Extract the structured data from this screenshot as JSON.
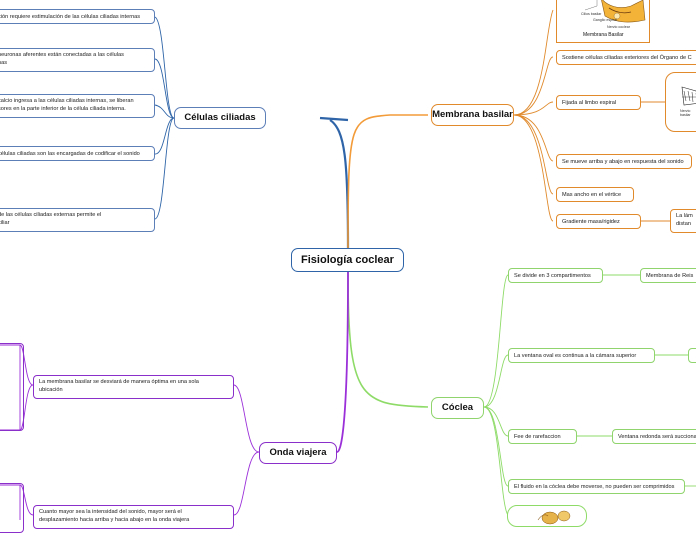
{
  "colors": {
    "blue": "#2f65a8",
    "orange": "#f29b38",
    "purple": "#9b30d9",
    "green": "#8edb68"
  },
  "root": {
    "label": "Fisiología coclear"
  },
  "celulas": {
    "label": "Células ciliadas",
    "items": [
      "ción requiere estimulación de las células ciliadas internas",
      "neuronas aferentes están conectadas a las células\nnas",
      "calcio ingresa a las células ciliadas internas, se liberan\nsores en la parte inferior de la célula ciliada interna.",
      "células ciliadas son las encargadas de codificar el sonido",
      "de las células ciliadas externas permite el\nciliar"
    ]
  },
  "membrana": {
    "label": "Membrana basilar",
    "items": [
      "Sostiene células ciliadas exteriores del Órgano de C",
      "Fijada al limbo espiral",
      "Se mueve arriba y abajo en respuesta del sonido",
      "Mas ancho en el vértice",
      "Gradiente masa/rigidez"
    ],
    "gradient_child": "La lám\ndistan",
    "image": {
      "caption": "Membrana Basilar",
      "labels": [
        "Cilios basilar",
        "Ganglio espiral",
        "Nervio coclear"
      ]
    },
    "image2_labels": [
      "Nervio\nbasilar"
    ]
  },
  "coclea": {
    "label": "Cóclea",
    "items": [
      "Se divide en 3 compartimentos",
      "La ventana oval es continua a la cámara superior",
      "Fee de rarefaccion",
      "El fluido en la cóclea debe moverse, no pueden ser comprimidos"
    ],
    "children": {
      "compartimentos": "Membrana de Reis",
      "rarefaccion": "Ventana redonda será succiona"
    }
  },
  "onda": {
    "label": "Onda viajera",
    "items": [
      "La membrana basilar se desviará de manera óptima en una sola\nubicación",
      "Cuanto mayor sea la intensidad del sonido, mayor será el\ndesplazamiento hacia arriba y hacia abajo en la onda viajera"
    ]
  }
}
